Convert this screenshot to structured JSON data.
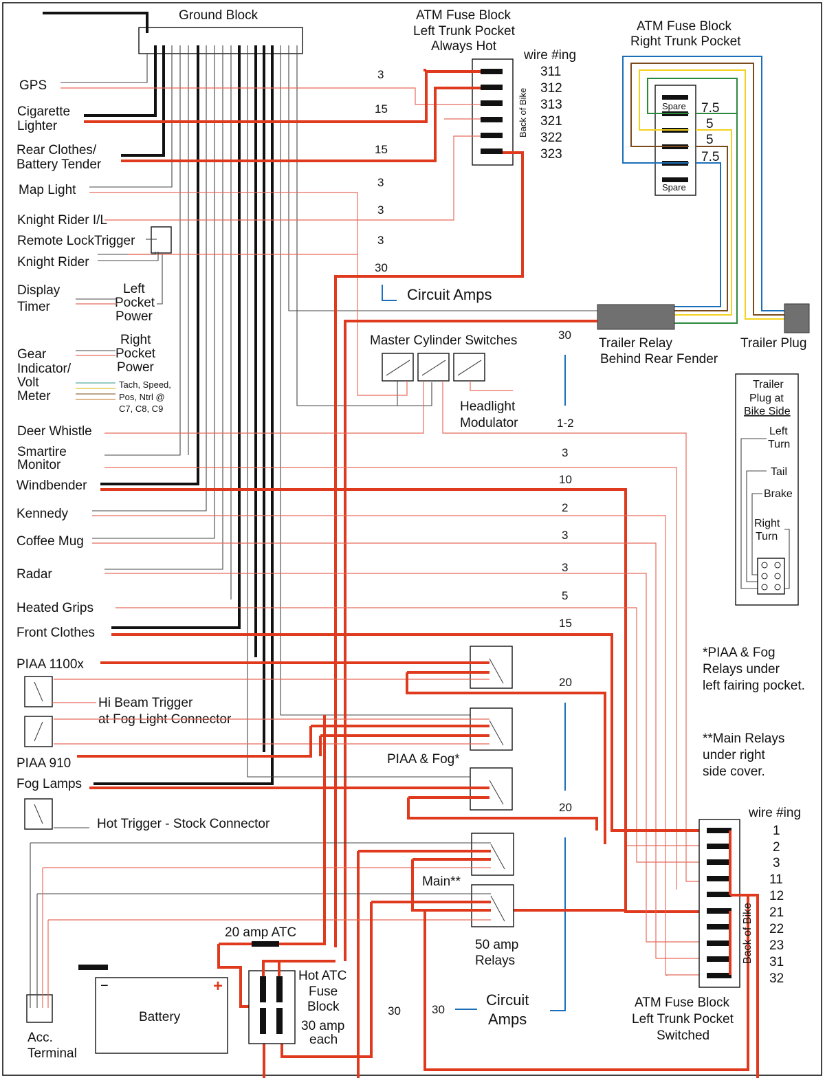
{
  "blocks": {
    "ground": "Ground Block",
    "atm_always_hot": [
      "ATM Fuse Block",
      "Left Trunk Pocket",
      "Always Hot"
    ],
    "atm_right": [
      "ATM Fuse Block",
      "Right Trunk Pocket"
    ],
    "atm_switched": [
      "ATM Fuse Block",
      "Left Trunk Pocket",
      "Switched"
    ],
    "back_of_bike": "Back of Bike",
    "wire_numbering": "wire #ing",
    "spare": "Spare"
  },
  "top_wire_numbers": [
    "311",
    "312",
    "313",
    "321",
    "322",
    "323"
  ],
  "right_fuse_values": [
    "7.5",
    "5",
    "5",
    "7.5"
  ],
  "switched_wire_numbers": [
    "1",
    "2",
    "3",
    "11",
    "12",
    "21",
    "22",
    "23",
    "31",
    "32"
  ],
  "devices": {
    "gps": "GPS",
    "cig": [
      "Cigarette",
      "Lighter"
    ],
    "rear_clothes": [
      "Rear Clothes/",
      "Battery Tender"
    ],
    "map_light": "Map Light",
    "kr_il": "Knight Rider I/L",
    "remote_lock": "Remote LockTrigger",
    "knight_rider": "Knight Rider",
    "display_timer": [
      "Display",
      "Timer"
    ],
    "left_pocket_power": [
      "Left",
      "Pocket",
      "Power"
    ],
    "gear_volt": [
      "Gear",
      "Indicator/",
      "Volt",
      "Meter"
    ],
    "right_pocket_power": [
      "Right",
      "Pocket",
      "Power"
    ],
    "tach_note": [
      "Tach, Speed,",
      "Pos, Ntrl @",
      "C7, C8, C9"
    ],
    "deer": "Deer Whistle",
    "smartire": [
      "Smartire",
      "Monitor"
    ],
    "windbender": "Windbender",
    "kennedy": "Kennedy",
    "coffee": "Coffee Mug",
    "radar": "Radar",
    "heated_grips": "Heated Grips",
    "front_clothes": "Front Clothes",
    "piaa1100": "PIAA 1100x",
    "hi_beam": [
      "Hi Beam Trigger",
      "at Fog Light Connector"
    ],
    "piaa910": "PIAA 910",
    "fog_lamps": "Fog Lamps",
    "hot_trigger": "Hot Trigger  - Stock Connector",
    "acc_terminal": [
      "Acc.",
      "Terminal"
    ],
    "battery": "Battery",
    "minus": "−",
    "plus": "+",
    "atc20": "20 amp ATC",
    "hot_atc": [
      "Hot ATC",
      "Fuse",
      "Block",
      "30 amp",
      "each"
    ],
    "relays50": [
      "50 amp",
      "Relays"
    ],
    "main": "Main**",
    "piaa_fog": "PIAA & Fog*",
    "master_cyl": "Master Cylinder Switches",
    "headlight_mod": [
      "Headlight",
      "Modulator"
    ],
    "trailer_relay": [
      "Trailer Relay",
      "Behind Rear Fender"
    ],
    "trailer_plug": "Trailer Plug",
    "trailer_plug_side": [
      "Trailer",
      "Plug at",
      "Bike Side"
    ],
    "left_turn": [
      "Left",
      "Turn"
    ],
    "tail": "Tail",
    "brake": "Brake",
    "right_turn": [
      "Right",
      "Turn"
    ]
  },
  "notes": {
    "piaa": [
      "*PIAA & Fog",
      "Relays under",
      "left fairing pocket."
    ],
    "main": [
      "**Main Relays",
      "under right",
      "side cover."
    ],
    "circuit_amps": "Circuit Amps",
    "circuit_amps_lower": [
      "Circuit",
      "Amps"
    ]
  },
  "amps": {
    "gps": "3",
    "cig": "15",
    "rear": "15",
    "map": "3",
    "kr": "3",
    "remote": "3",
    "main30": "30",
    "relay30": "30",
    "deer": "1-2",
    "smartire": "3",
    "wind": "10",
    "kennedy": "2",
    "coffee": "3",
    "radar": "3",
    "grips": "5",
    "front": "15",
    "piaa20": "20",
    "fog20": "20",
    "bottom30": "30",
    "legend30": "30"
  },
  "colors": {
    "red": "#e03a1e",
    "black": "#111111",
    "blue": "#1a6fb8",
    "green": "#2a8a3a",
    "yellow": "#f2d21c",
    "brown": "#7a4a1a",
    "grey_block": "#707070"
  }
}
